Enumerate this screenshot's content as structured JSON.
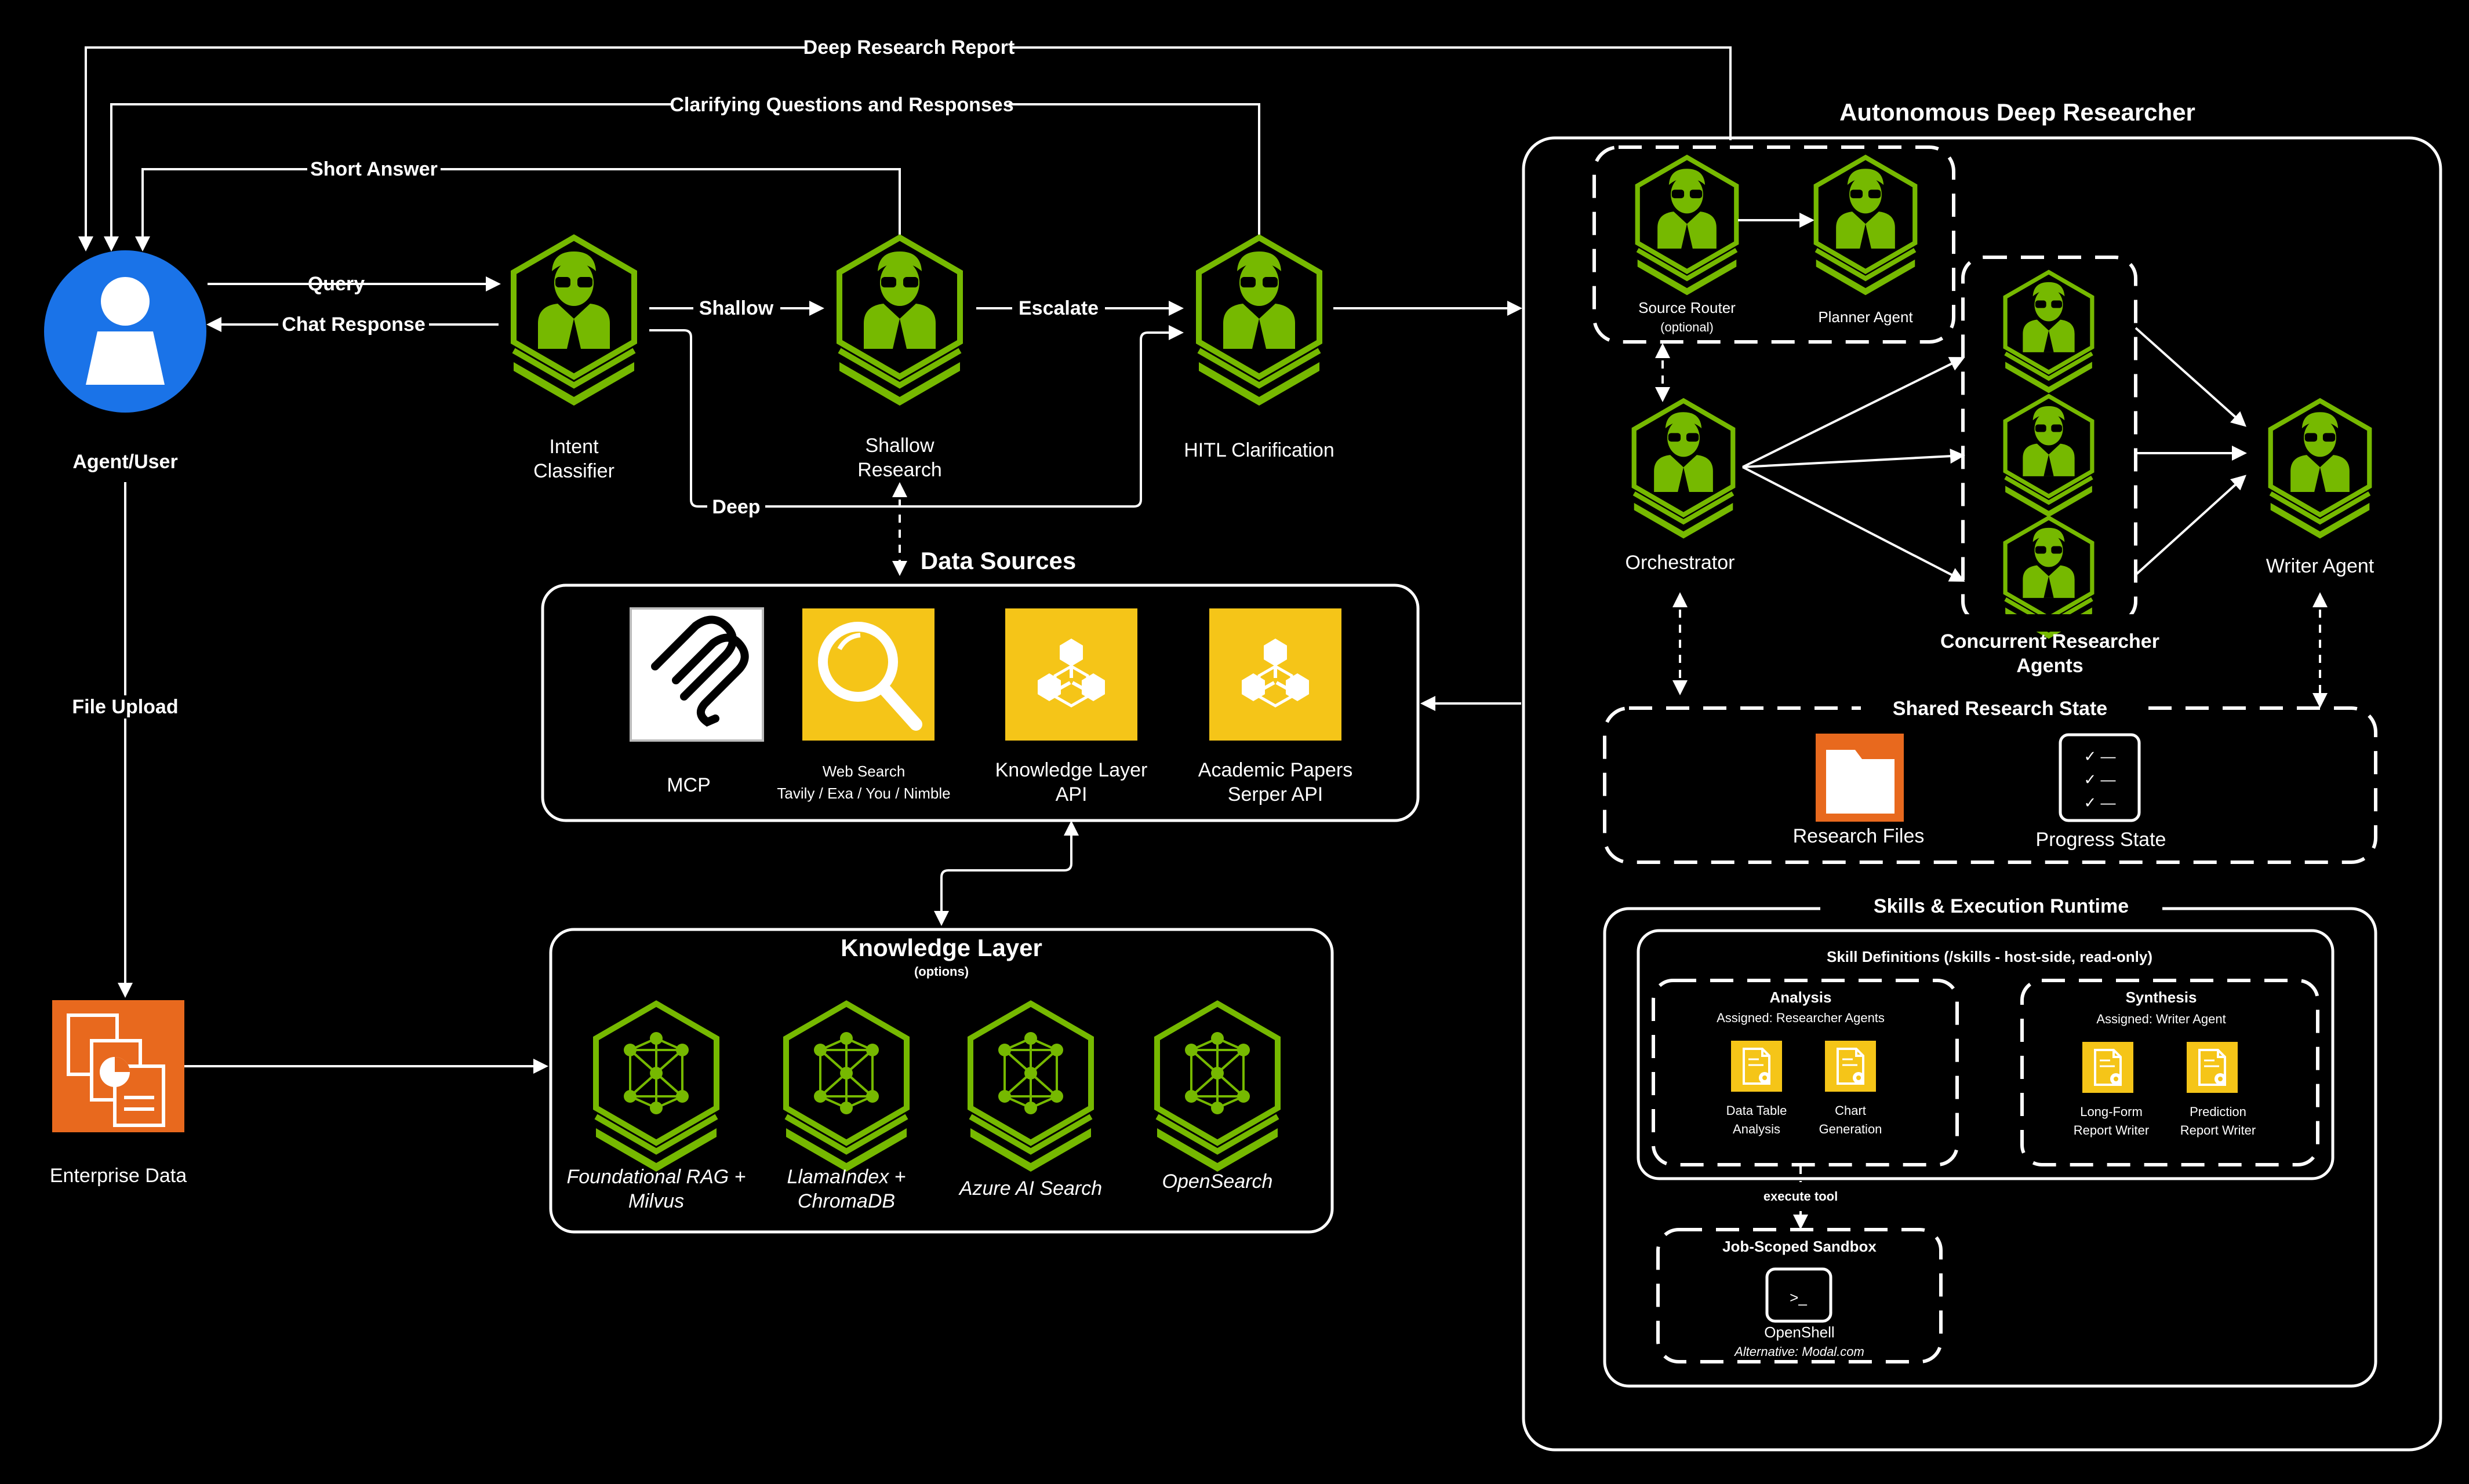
{
  "colors": {
    "green": "#76b900",
    "yellow": "#f5c518",
    "orange": "#e8691e",
    "blue": "#1a73e8",
    "bg": "#000000"
  },
  "flows": {
    "deep_report": "Deep Research Report",
    "clarifying": "Clarifying Questions and Responses",
    "short_answer": "Short Answer",
    "query": "Query",
    "chat_response": "Chat Response",
    "shallow": "Shallow",
    "escalate": "Escalate",
    "deep": "Deep",
    "file_upload": "File Upload",
    "execute_tool": "execute tool"
  },
  "user": {
    "label": "Agent/User",
    "icon": "user-icon"
  },
  "agents": {
    "intent_1": "Intent",
    "intent_2": "Classifier",
    "shallow_1": "Shallow",
    "shallow_2": "Research",
    "hitl": "HITL Clarification"
  },
  "data_sources": {
    "title": "Data Sources",
    "mcp": "MCP",
    "web_1": "Web Search",
    "web_2": "Tavily / Exa / You / Nimble",
    "kl_1": "Knowledge Layer",
    "kl_2": "API",
    "ap_1": "Academic Papers",
    "ap_2": "Serper API"
  },
  "knowledge_layer": {
    "title": "Knowledge Layer",
    "subtitle": "(options)",
    "rag_1": "Foundational RAG +",
    "rag_2": "Milvus",
    "li_1": "LlamaIndex +",
    "li_2": "ChromaDB",
    "azure": "Azure AI Search",
    "os": "OpenSearch"
  },
  "enterprise": {
    "label": "Enterprise Data"
  },
  "adr": {
    "title": "Autonomous Deep Researcher",
    "source_router_1": "Source Router",
    "source_router_2": "(optional)",
    "planner": "Planner  Agent",
    "orchestrator": "Orchestrator",
    "concurrent_1": "Concurrent Researcher",
    "concurrent_2": "Agents",
    "writer": "Writer Agent",
    "shared_title": "Shared Research State",
    "research_files": "Research Files",
    "progress_state": "Progress State",
    "progress_glyphs": "✓ —",
    "skills_title": "Skills & Execution Runtime",
    "skill_defs": "Skill Definitions (/skills - host-side, read-only)",
    "analysis": "Analysis",
    "analysis_assigned": "Assigned: Researcher Agents",
    "dta_1": "Data Table",
    "dta_2": "Analysis",
    "cg_1": "Chart",
    "cg_2": "Generation",
    "synthesis": "Synthesis",
    "synthesis_assigned": "Assigned: Writer Agent",
    "lf_1": "Long-Form",
    "lf_2": "Report Writer",
    "pr_1": "Prediction",
    "pr_2": "Report Writer",
    "sandbox_title": "Job-Scoped Sandbox",
    "shell_prompt": ">_",
    "openshell": "OpenShell",
    "alternative": "Alternative: Modal.com"
  }
}
